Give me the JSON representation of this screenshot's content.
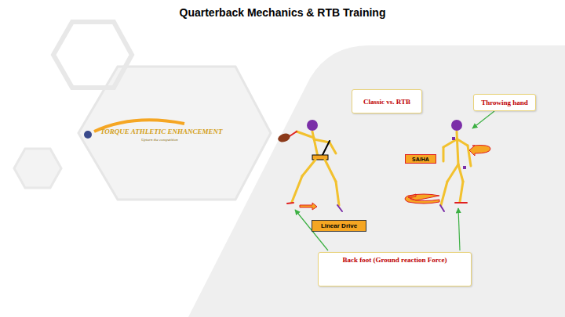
{
  "diagram": {
    "title": "Quarterback Mechanics & RTB Training",
    "nodes": [
      {
        "text": [
          "Classic vs. RTB"
        ]
      },
      {
        "text": [
          "Throwing hand"
        ]
      },
      {
        "text": [
          "SA/HA"
        ]
      },
      {
        "text": [
          "Linear Drive"
        ]
      },
      {
        "text": [
          "Back foot (Ground reaction Force)"
        ]
      }
    ],
    "labels": [
      "TORQUE ATHLETIC ENHANCEMENT",
      "Upturn the competition"
    ]
  }
}
